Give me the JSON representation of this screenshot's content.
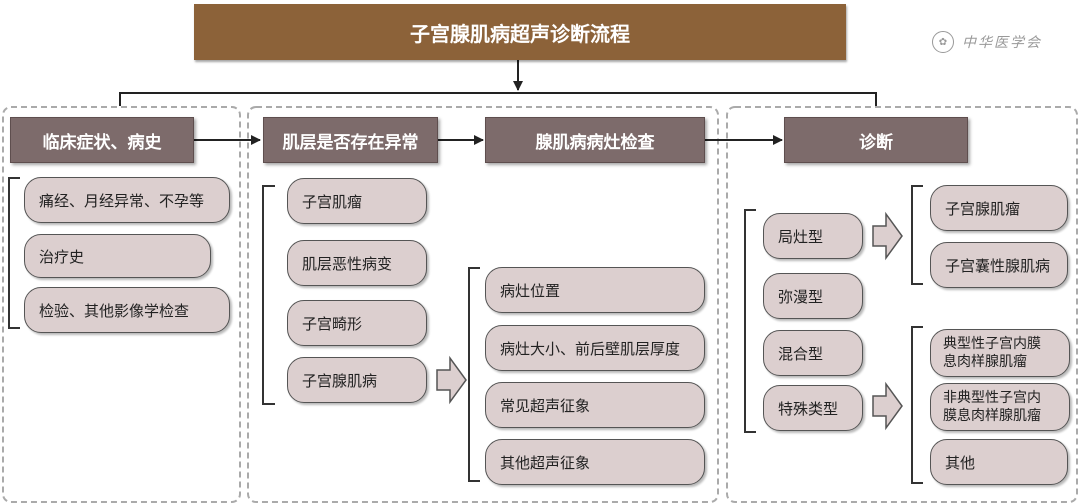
{
  "title": "子宫腺肌病超声诊断流程",
  "watermark": {
    "seal_icon": "wheel-seal-icon",
    "text": "中华医学会"
  },
  "headers": {
    "clinical": "临床症状、病史",
    "myometrium": "肌层是否存在异常",
    "lesion_exam": "腺肌病病灶检查",
    "diagnosis": "诊断"
  },
  "clinical_items": [
    "痛经、月经异常、不孕等",
    "治疗史",
    "检验、其他影像学检查"
  ],
  "myometrium_items": [
    "子宫肌瘤",
    "肌层恶性病变",
    "子宫畸形",
    "子宫腺肌病"
  ],
  "lesion_items": [
    "病灶位置",
    "病灶大小、前后壁肌层厚度",
    "常见超声征象",
    "其他超声征象"
  ],
  "types": [
    "局灶型",
    "弥漫型",
    "混合型",
    "特殊类型"
  ],
  "focal_results": [
    "子宫腺肌瘤",
    "子宫囊性腺肌病"
  ],
  "special_results": [
    "典型性子宫内膜\n息肉样腺肌瘤",
    "非典型性子宫内\n膜息肉样腺肌瘤",
    "其他"
  ],
  "colors": {
    "title_bg": "#8c6239",
    "header_bg": "#7d6b6b",
    "pill_bg": "#dccfcf",
    "line": "#333333"
  }
}
